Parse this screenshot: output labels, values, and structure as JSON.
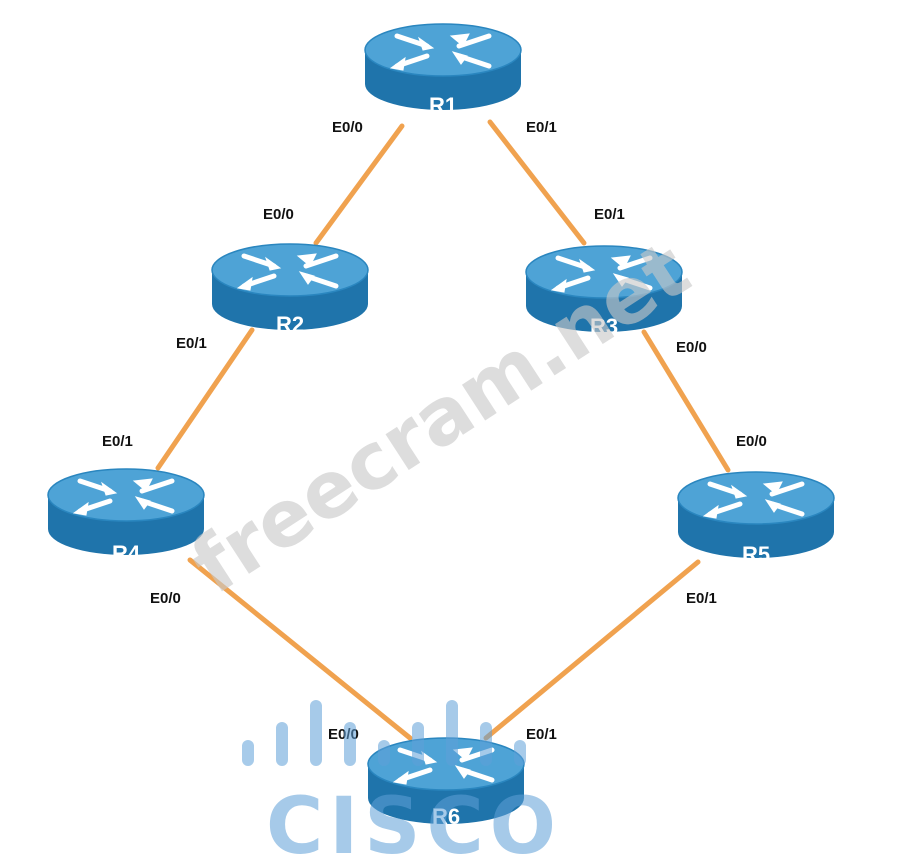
{
  "diagram": {
    "colors": {
      "link": "#f0a24f",
      "router_top": "#4ea3d6",
      "router_side": "#1f74ab",
      "router_text": "#ffffff",
      "label_text": "#111111",
      "watermark": "#c9c9c9",
      "cisco_logo": "#5fa0d8"
    },
    "routers": [
      {
        "id": "R1",
        "label": "R1"
      },
      {
        "id": "R2",
        "label": "R2"
      },
      {
        "id": "R3",
        "label": "R3"
      },
      {
        "id": "R4",
        "label": "R4"
      },
      {
        "id": "R5",
        "label": "R5"
      },
      {
        "id": "R6",
        "label": "R6"
      }
    ],
    "links": [
      {
        "a": "R1",
        "a_if": "E0/0",
        "b": "R2",
        "b_if": "E0/0"
      },
      {
        "a": "R1",
        "a_if": "E0/1",
        "b": "R3",
        "b_if": "E0/1"
      },
      {
        "a": "R2",
        "a_if": "E0/1",
        "b": "R4",
        "b_if": "E0/1"
      },
      {
        "a": "R3",
        "a_if": "E0/0",
        "b": "R5",
        "b_if": "E0/0"
      },
      {
        "a": "R4",
        "a_if": "E0/0",
        "b": "R6",
        "b_if": "E0/0"
      },
      {
        "a": "R5",
        "a_if": "E0/1",
        "b": "R6",
        "b_if": "E0/1"
      }
    ],
    "watermark_text": "freecram.net",
    "logo_text": "CISCO"
  }
}
